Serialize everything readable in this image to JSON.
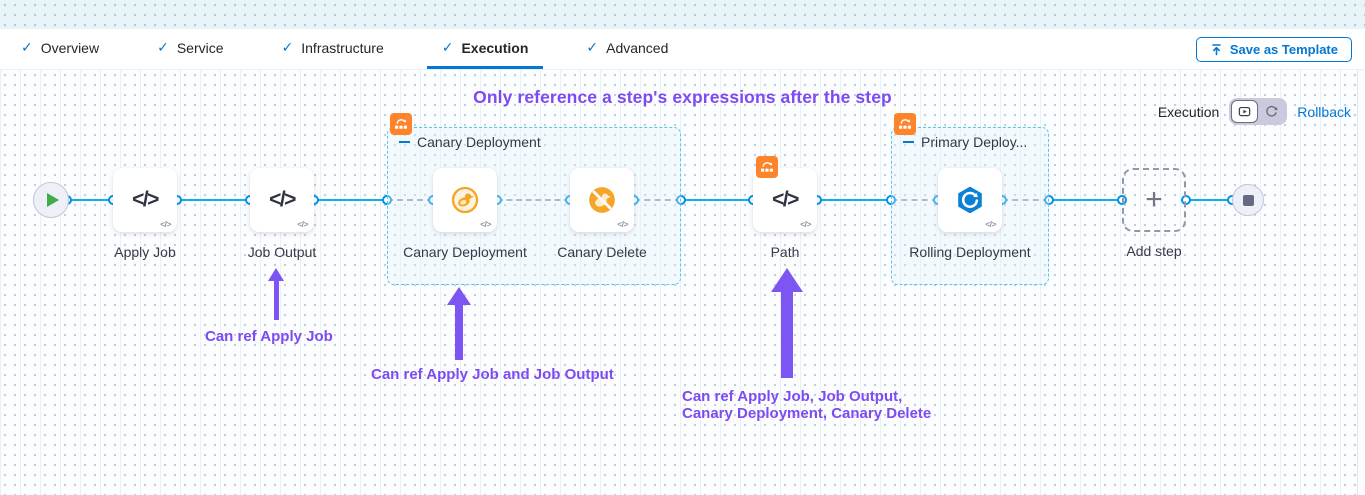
{
  "tabs": {
    "items": [
      {
        "label": "Overview"
      },
      {
        "label": "Service"
      },
      {
        "label": "Infrastructure"
      },
      {
        "label": "Execution"
      },
      {
        "label": "Advanced"
      }
    ],
    "active": "Execution"
  },
  "toolbar": {
    "save_as_template_label": "Save as Template"
  },
  "view_switch": {
    "execution_label": "Execution",
    "rollback_label": "Rollback"
  },
  "annotations": {
    "title": "Only reference a step's expressions after the step",
    "ref_apply_job": "Can ref Apply Job",
    "ref_apply_job_and_output": "Can ref Apply Job and Job Output",
    "ref_four_line1": "Can ref Apply Job, Job Output,",
    "ref_four_line2": "Canary Deployment, Canary Delete"
  },
  "pipeline": {
    "groups": [
      {
        "label": "Canary Deployment"
      },
      {
        "label": "Primary Deploy..."
      }
    ],
    "steps": {
      "apply_job": {
        "label": "Apply Job"
      },
      "job_output": {
        "label": "Job Output"
      },
      "canary_deployment": {
        "label": "Canary Deployment"
      },
      "canary_delete": {
        "label": "Canary Delete"
      },
      "path": {
        "label": "Path"
      },
      "rolling_deployment": {
        "label": "Rolling Deployment"
      },
      "add_step": {
        "label": "Add step"
      }
    }
  },
  "colors": {
    "accent_blue": "#0278D5",
    "connector_blue": "#0FB0EA",
    "group_border": "#57C3EE",
    "badge_orange": "#FF832B",
    "annotation_purple": "#7C4BF2"
  }
}
